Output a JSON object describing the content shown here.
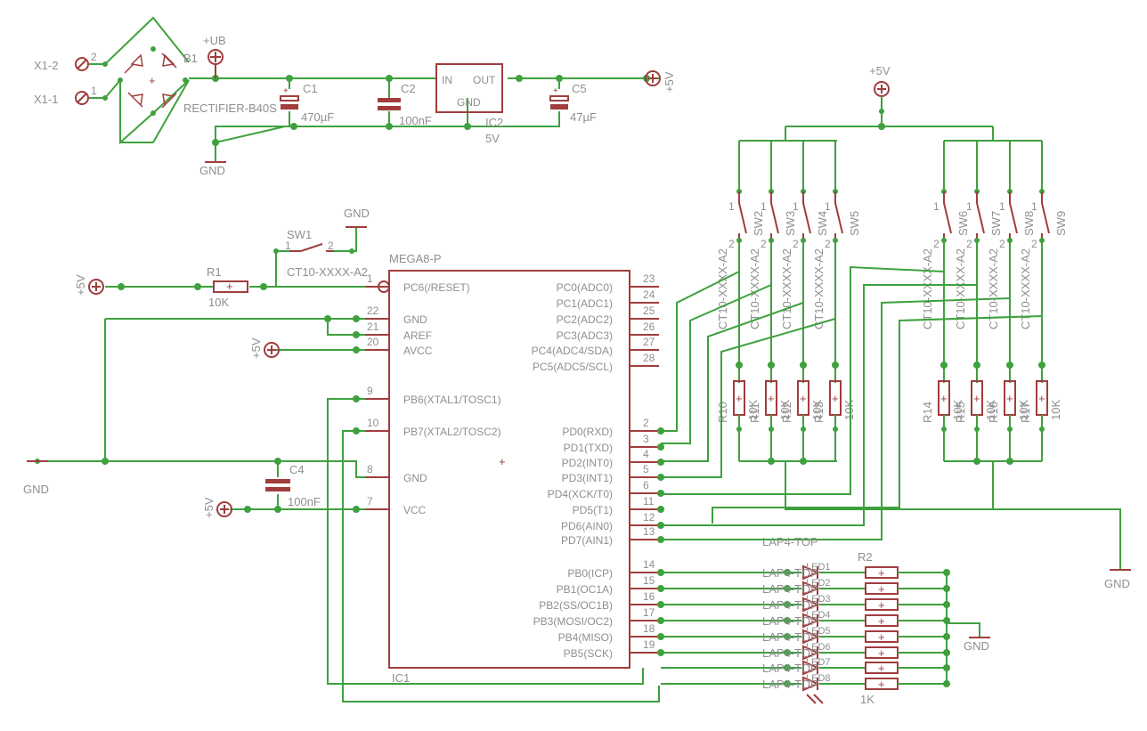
{
  "colors": {
    "wire": "#3ea13e",
    "body": "#a13d3d",
    "text": "#8f8f8f",
    "background": "#ffffff"
  },
  "power": {
    "x1_2": "X1-2",
    "x1_1": "X1-1",
    "pin2": "2",
    "pin1": "1",
    "b1": "B1",
    "rectifier": "RECTIFIER-B40S",
    "ub": "+UB",
    "c1": "C1",
    "c1_val": "470µF",
    "c2": "C2",
    "c2_val": "100nF",
    "ic2": "IC2",
    "ic2_val": "5V",
    "ic2_in": "IN",
    "ic2_out": "OUT",
    "ic2_gnd": "GND",
    "c5": "C5",
    "c5_val": "47µF",
    "vcc_out": "+5V",
    "gnd": "GND"
  },
  "mcu": {
    "name": "MEGA8-P",
    "ref": "IC1",
    "left_pins": [
      {
        "num": "1",
        "name": "PC6(/RESET)"
      },
      {
        "num": "22",
        "name": "GND"
      },
      {
        "num": "21",
        "name": "AREF"
      },
      {
        "num": "20",
        "name": "AVCC"
      },
      {
        "num": "9",
        "name": "PB6(XTAL1/TOSC1)"
      },
      {
        "num": "10",
        "name": "PB7(XTAL2/TOSC2)"
      },
      {
        "num": "8",
        "name": "GND"
      },
      {
        "num": "7",
        "name": "VCC"
      }
    ],
    "right_pins": [
      {
        "num": "23",
        "name": "PC0(ADC0)"
      },
      {
        "num": "24",
        "name": "PC1(ADC1)"
      },
      {
        "num": "25",
        "name": "PC2(ADC2)"
      },
      {
        "num": "26",
        "name": "PC3(ADC3)"
      },
      {
        "num": "27",
        "name": "PC4(ADC4/SDA)"
      },
      {
        "num": "28",
        "name": "PC5(ADC5/SCL)"
      },
      {
        "num": "2",
        "name": "PD0(RXD)"
      },
      {
        "num": "3",
        "name": "PD1(TXD)"
      },
      {
        "num": "4",
        "name": "PD2(INT0)"
      },
      {
        "num": "5",
        "name": "PD3(INT1)"
      },
      {
        "num": "6",
        "name": "PD4(XCK/T0)"
      },
      {
        "num": "11",
        "name": "PD5(T1)"
      },
      {
        "num": "12",
        "name": "PD6(AIN0)"
      },
      {
        "num": "13",
        "name": "PD7(AIN1)"
      },
      {
        "num": "14",
        "name": "PB0(ICP)"
      },
      {
        "num": "15",
        "name": "PB1(OC1A)"
      },
      {
        "num": "16",
        "name": "PB2(SS/OC1B)"
      },
      {
        "num": "17",
        "name": "PB3(MOSI/OC2)"
      },
      {
        "num": "18",
        "name": "PB4(MISO)"
      },
      {
        "num": "19",
        "name": "PB5(SCK)"
      }
    ]
  },
  "reset": {
    "r1": "R1",
    "r1_val": "10K",
    "sw1": "SW1",
    "sw1_val": "CT10-XXXX-A2",
    "sw_pin1": "1",
    "sw_pin2": "2",
    "vcc": "+5V",
    "gnd": "GND"
  },
  "misc": {
    "c4": "C4",
    "c4_val": "100nF",
    "avcc": "+5V",
    "vcc7": "+5V",
    "gnd_left": "GND",
    "vcc_top": "+5V",
    "gnd_right": "GND",
    "gnd_leds": "GND"
  },
  "switches_left": {
    "part": "CT10-XXXX-A2",
    "refs": [
      "SW2",
      "SW3",
      "SW4",
      "SW5"
    ],
    "pin1": "1",
    "pin2": "2"
  },
  "switches_right": {
    "part": "CT10-XXXX-A2",
    "refs": [
      "SW6",
      "SW7",
      "SW8",
      "SW9"
    ],
    "pin1": "1",
    "pin2": "2"
  },
  "resistors_left": {
    "refs": [
      "R10",
      "R11",
      "R12",
      "R13"
    ],
    "value": "10K"
  },
  "resistors_right": {
    "refs": [
      "R14",
      "R15",
      "R16",
      "R17"
    ],
    "value": "10K"
  },
  "leds": {
    "part": "LAP4-TOP",
    "refs": [
      "LED1",
      "LED2",
      "LED3",
      "LED4",
      "LED5",
      "LED6",
      "LED7",
      "LED8"
    ],
    "res_first": "R2",
    "res_value": "1K"
  }
}
